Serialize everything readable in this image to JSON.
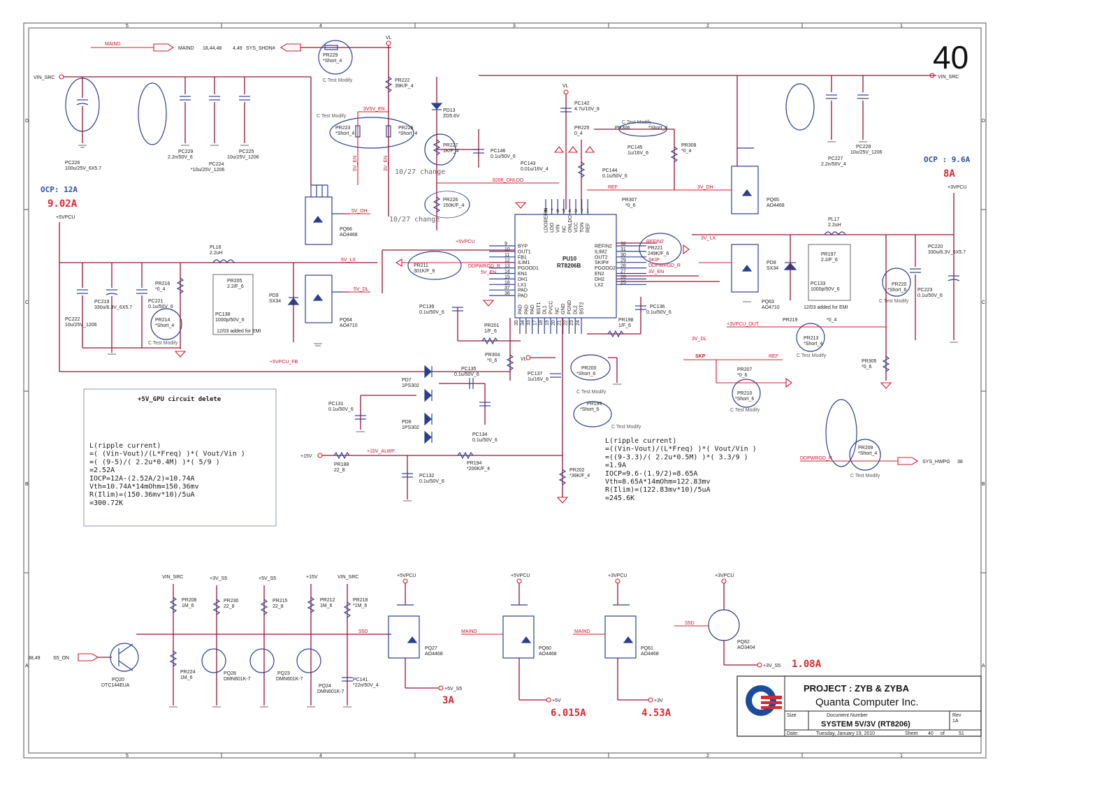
{
  "page_number": "40",
  "border_columns": [
    "5",
    "4",
    "3",
    "2",
    "1"
  ],
  "border_rows": [
    "D",
    "C",
    "B",
    "A"
  ],
  "top_signals": {
    "maind_net": "MAIND",
    "maind_label": "MAIND",
    "maind_ref": "18,44,48",
    "sys_shdn_ref": "4,49",
    "sys_shdn": "SYS_SHDN#",
    "vl": "VL",
    "vl2": "VL",
    "vin_src_left": "VIN_SRC",
    "vin_src_right": "VIN_SRC",
    "v3v5_en": "3V5V_EN",
    "v5v_en": "5V_EN",
    "v3v_en": "3V_EN"
  },
  "ocp_left": {
    "label": "OCP: 12A",
    "value": "9.02A"
  },
  "ocp_right": {
    "label": "OCP : 9.6A",
    "value": "8A"
  },
  "change_notes": [
    "10/27 change",
    "10/27 change"
  ],
  "test_modify": "C Test Modify",
  "components": {
    "pc226": [
      "PC226",
      "100u/25V_6X5.7"
    ],
    "pc229": [
      "PC229",
      "2.2n/50V_6"
    ],
    "pc224": [
      "PC224",
      "*10u/25V_1206"
    ],
    "pc225": [
      "PC225",
      "10u/25V_1206"
    ],
    "pr229": [
      "PR229",
      "*Short_4"
    ],
    "pr222": [
      "PR222",
      "39K/F_4"
    ],
    "pr223": [
      "PR223",
      "*Short_4"
    ],
    "pr228": [
      "PR228",
      "*Short_4"
    ],
    "pd13": [
      "PD13",
      "ZD5.6V"
    ],
    "pr227": [
      "PR227",
      "1K/F_4"
    ],
    "pc146": [
      "PC146",
      "0.1u/50V_6"
    ],
    "pr226": [
      "PR226",
      "150K/F_4"
    ],
    "pc142": [
      "PC142",
      "4.7u/10V_8"
    ],
    "pr225": [
      "PR225",
      "0_4"
    ],
    "pc143": [
      "PC143",
      "0.01u/16V_4"
    ],
    "pc144": [
      "PC144",
      "0.1u/50V_6"
    ],
    "pr306": [
      "PR306",
      "*Short_4"
    ],
    "pc145": [
      "PC145",
      "1u/16V_6"
    ],
    "pr308": [
      "PR308",
      "*0_4"
    ],
    "pr307": [
      "PR307",
      "*0_6"
    ],
    "pc227": [
      "PC227",
      "2.2n/50V_4"
    ],
    "pc228": [
      "PC228",
      "10u/25V_1206"
    ],
    "pq66": [
      "PQ66",
      "AO4468"
    ],
    "pq64": [
      "PQ64",
      "AO4710"
    ],
    "pq65": [
      "PQ65",
      "AO4468"
    ],
    "pq63": [
      "PQ63",
      "AO4710"
    ],
    "pd8": [
      "PD8",
      "SX34"
    ],
    "pd9": [
      "PD9",
      "SX34"
    ],
    "pl16": [
      "PL16",
      "2.2uH"
    ],
    "pl17": [
      "PL17",
      "2.2uH"
    ],
    "pr205": [
      "PR205",
      "2.2/F_6"
    ],
    "pc138": [
      "PC138",
      "1000p/50V_6"
    ],
    "pr216": [
      "PR216",
      "*0_4"
    ],
    "pc221": [
      "PC221",
      "0.1u/50V_6"
    ],
    "pr214": [
      "PR214",
      "*Short_4"
    ],
    "pc222": [
      "PC222",
      "10u/25V_1206"
    ],
    "pc219": [
      "PC219",
      "330u/6.3V_6X5.7"
    ],
    "pr211": [
      "PR211",
      "301K/F_6"
    ],
    "pc139": [
      "PC139",
      "0.1u/50V_6"
    ],
    "pr201": [
      "PR201",
      "1/F_6"
    ],
    "pr198": [
      "PR198",
      "1/F_6"
    ],
    "pc136": [
      "PC136",
      "0.1u/50V_6"
    ],
    "pr221": [
      "PR221",
      "249K/F_6"
    ],
    "pr197": [
      "PR197",
      "2.2/F_6"
    ],
    "pc133": [
      "PC133",
      "1000p/50V_6"
    ],
    "pr219": [
      "PR219",
      "*0_4"
    ],
    "pr213": [
      "PR213",
      "*Short_4"
    ],
    "pr220": [
      "PR220",
      "*Short_6"
    ],
    "pc223": [
      "PC223",
      "0.1u/50V_6"
    ],
    "pc220": [
      "PC220",
      "330u/6.3V_6X5.7"
    ],
    "pr305": [
      "PR305",
      "*0_6"
    ],
    "pr304": [
      "PR304",
      "*0_6"
    ],
    "pc137": [
      "PC137",
      "1u/16V_6"
    ],
    "pr200": [
      "PR200",
      "*Short_6"
    ],
    "pr199": [
      "PR199",
      "*Short_6"
    ],
    "pr207": [
      "PR207",
      "*0_6"
    ],
    "pr210": [
      "PR210",
      "*Short_6"
    ],
    "pd7": [
      "PD7",
      "1PS302"
    ],
    "pd6": [
      "PD6",
      "1PS302"
    ],
    "pc135": [
      "PC135",
      "0.1u/50V_6"
    ],
    "pc134": [
      "PC134",
      "0.1u/50V_6"
    ],
    "pc131": [
      "PC131",
      "0.1u/50V_6"
    ],
    "pc132": [
      "PC132",
      "0.1u/50V_6"
    ],
    "pr188": [
      "PR188",
      "22_8"
    ],
    "pr194": [
      "PR194",
      "*200K/F_4"
    ],
    "pr202": [
      "PR202",
      "*39K/F_4"
    ],
    "pr209": [
      "PR209",
      "*Short_4"
    ]
  },
  "emi_note": "12/03 added for EMI",
  "ic": {
    "ref": "PU10",
    "part": "RT8206B",
    "left_pins": [
      [
        "BYP",
        "9"
      ],
      [
        "OUT1",
        "10"
      ],
      [
        "FB1",
        "11"
      ],
      [
        "ILIM1",
        "12"
      ],
      [
        "PGOOD1",
        "13"
      ],
      [
        "EN1",
        "14"
      ],
      [
        "DH1",
        "15"
      ],
      [
        "LX1",
        "16"
      ],
      [
        "PAD",
        "37"
      ],
      [
        "PAD",
        "36"
      ]
    ],
    "right_pins": [
      [
        "REFIN2",
        "32"
      ],
      [
        "ILIM2",
        "31"
      ],
      [
        "OUT2",
        "30"
      ],
      [
        "SKIP#",
        "29"
      ],
      [
        "PGOOD2",
        "28"
      ],
      [
        "EN2",
        "27"
      ],
      [
        "DH2",
        "26"
      ],
      [
        "LX2",
        "25"
      ]
    ],
    "top_pins": [
      [
        "LDOREFIN",
        "8"
      ],
      [
        "LDO",
        "7"
      ],
      [
        "VIN",
        "6"
      ],
      [
        "NC",
        "5"
      ],
      [
        "ONLDO",
        "4"
      ],
      [
        "VCC",
        "3"
      ],
      [
        "TON",
        "2"
      ],
      [
        "REF",
        "1"
      ]
    ],
    "bottom_pins": [
      [
        "PAD",
        "35"
      ],
      [
        "PAD",
        "34"
      ],
      [
        "PAD",
        "33"
      ],
      [
        "BST1",
        "17"
      ],
      [
        "DL1",
        "18"
      ],
      [
        "PVCC",
        "19"
      ],
      [
        "NC",
        "20"
      ],
      [
        "GND",
        "21"
      ],
      [
        "PGND",
        "22"
      ],
      [
        "DL2",
        "23"
      ],
      [
        "BST2",
        "24"
      ]
    ]
  },
  "nets": {
    "v5vpcu": "+5VPCU",
    "v3vpcu": "+3VPCU",
    "v5_dh": "5V_DH",
    "v5_lx": "5V_LX",
    "v5_dl": "5V_DL",
    "v3_dh": "3V_DH",
    "v3_lx": "3V_LX",
    "v3_dl": "3V_DL",
    "onldo": "8206_ONLDO",
    "ref": "REF",
    "refin2": "REFIN2",
    "skip": "SKIP",
    "skp": "SKP",
    "ddpwrgd": "DDPWRGD_R",
    "v5vpcu_fb": "+5VPCU_FB",
    "v3vpcu_out": "+3VPCU_OUT",
    "v15_alwp": "+15V_ALWP",
    "v15": "+15V",
    "sys_hwpg": "SYS_HWPG",
    "sys_hwpg_ref": "38",
    "vl": "VL"
  },
  "gpu_note": "+5V_GPU circuit delete",
  "calc_left": [
    "L(ripple current)",
    "=( (Vin-Vout)/(L*Freq) )*( Vout/Vin )",
    "=( (9-5)/( 2.2u*0.4M) )*( 5/9 )",
    "=2.52A",
    "IOCP=12A-(2.52A/2)=10.74A",
    "Vth=10.74A*14mOhm=150.36mv",
    "R(Ilim)=(150.36mv*10)/5uA",
    "=300.72K"
  ],
  "calc_right": [
    "L(ripple current)",
    "=((Vin-Vout)/(L*Freq) )*( Vout/Vin )",
    "=((9-3.3)/( 2.2u*0.5M) )*( 3.3/9 )",
    "=1.9A",
    "IOCP=9.6-(1.9/2)=8.65A",
    "Vth=8.65A*14mOhm=122.83mv",
    "R(Ilim)=(122.83mv*10)/5uA",
    "=245.6K"
  ],
  "bottom": {
    "vin_src": "VIN_SRC",
    "v3v_s5": "+3V_S5",
    "v5v_s5": "+5V_S5",
    "v15": "+15V",
    "vin_src2": "VIN_SRC",
    "s5_on_ref": "38,49",
    "s5_on": "S5_ON",
    "s5d": "S5D",
    "s5d2": "S5D",
    "maind": "MAIND",
    "maind2": "MAIND",
    "pr208": [
      "PR208",
      "1M_6"
    ],
    "pr230": [
      "PR230",
      "22_8"
    ],
    "pr215": [
      "PR215",
      "22_8"
    ],
    "pr212": [
      "PR212",
      "1M_6"
    ],
    "pr218": [
      "PR218",
      "*1M_6"
    ],
    "pr224": [
      "PR224",
      "1M_6"
    ],
    "pq20": [
      "PQ20",
      "DTC144EUA"
    ],
    "pq28": [
      "PQ28",
      "DMN601K-7"
    ],
    "pq23": [
      "PQ23",
      "DMN601K-7"
    ],
    "pq24": [
      "PQ24",
      "DMN601K-7"
    ],
    "pc141": [
      "PC141",
      "*22n/50V_4"
    ],
    "pq27": [
      "PQ27",
      "AO4468"
    ],
    "pq60": [
      "PQ60",
      "AO4468"
    ],
    "pq61": [
      "PQ61",
      "AO4468"
    ],
    "pq62": [
      "PQ62",
      "AO3404"
    ],
    "pq27_in": "+5VPCU",
    "pq60_in": "+5VPCU",
    "pq61_in": "+3VPCU",
    "pq62_in": "+3VPCU",
    "pq27_out": "+5V_S5",
    "pq60_out": "+5V",
    "pq61_out": "+3V",
    "pq62_out": "+3V_S5",
    "current_pq27": "3A",
    "current_pq60": "6.015A",
    "current_pq61": "4.53A",
    "current_pq62": "1.08A"
  },
  "title_block": {
    "project": "PROJECT : ZYB & ZYBA",
    "company": "Quanta Computer Inc.",
    "size_label": "Size",
    "doc_label": "Document Number",
    "doc_title": "SYSTEM 5V/3V (RT8206)",
    "rev_label": "Rev",
    "rev": "1A",
    "date_label": "Date:",
    "date": "Tuesday, January 19, 2010",
    "sheet_label": "Sheet",
    "sheet": "40",
    "of_label": "of",
    "of": "51"
  },
  "colors": {
    "wire": "#9a1032",
    "red_net": "#d21b2b",
    "component": "#2b3f8f",
    "ocp_text": "#d7282e",
    "ocp_label": "#2a4fa0"
  }
}
